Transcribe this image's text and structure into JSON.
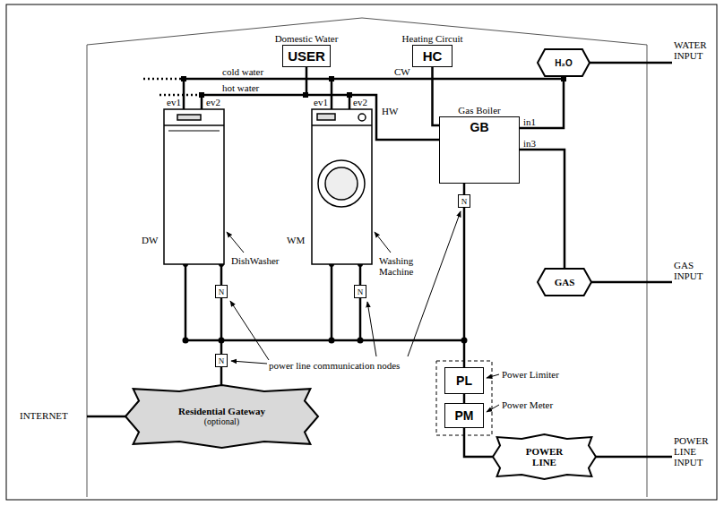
{
  "diagram": {
    "nodes": [
      {
        "text": [
          "Domestic Water",
          "USER"
        ]
      },
      {
        "text": [
          "Heating Circuit",
          "HC"
        ]
      },
      {
        "text": [
          "H₂O"
        ]
      },
      {
        "text": [
          "Gas Boiler",
          "GB"
        ]
      },
      {
        "text": [
          "N"
        ]
      },
      {
        "text": [
          "GAS"
        ]
      },
      {
        "text": [
          "N"
        ]
      },
      {
        "text": [
          "N"
        ]
      },
      {
        "text": [
          "N"
        ]
      },
      {
        "text": [
          "PL"
        ]
      },
      {
        "text": [
          "Residential Gateway",
          "(optional)"
        ]
      },
      {
        "text": [
          "PM"
        ]
      },
      {
        "text": [
          "POWER LINE"
        ]
      }
    ],
    "edges": [
      {
        "from": 2,
        "to": 3,
        "arrow": "none"
      },
      {
        "from": 5,
        "to": 3,
        "arrow": "none"
      },
      {
        "from": 1,
        "to": 3,
        "arrow": "none"
      },
      {
        "from": 0,
        "to": 3,
        "arrow": "none"
      },
      {
        "from": 3,
        "to": 4,
        "arrow": "none"
      },
      {
        "from": 8,
        "to": 10,
        "arrow": "none"
      },
      {
        "from": 9,
        "to": 11,
        "arrow": "none"
      },
      {
        "from": 11,
        "to": 12,
        "arrow": "none"
      }
    ],
    "labels": [
      "cold water",
      "CW",
      "hot water",
      "HW",
      "ev1",
      "ev2",
      "ev1",
      "ev2",
      "in1",
      "in3",
      "DW",
      "WM",
      "DishWasher",
      "Washing Machine",
      "WATER INPUT",
      "GAS INPUT",
      "power line communication nodes",
      "Power Limiter",
      "Power Meter",
      "INTERNET",
      "POWER LINE INPUT"
    ]
  }
}
